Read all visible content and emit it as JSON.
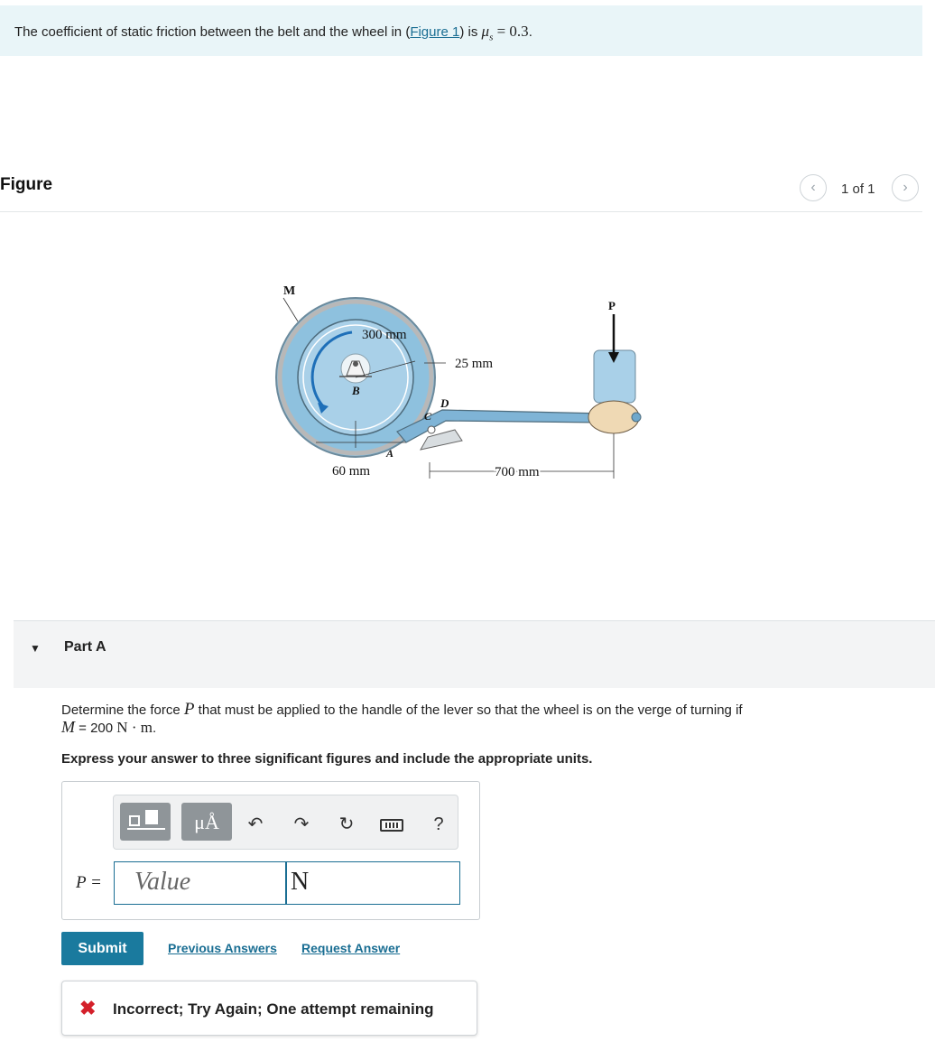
{
  "intro": {
    "text_before": "The coefficient of static friction between the belt and the wheel in (",
    "figure_link": "Figure 1",
    "text_after": ") is ",
    "mu_symbol": "μ",
    "mu_sub": "s",
    "mu_value": " = 0.3",
    "period": "."
  },
  "figure": {
    "title": "Figure",
    "pager_text": "1 of 1",
    "prev_icon": "chevron-left-icon",
    "next_icon": "chevron-right-icon",
    "labels": {
      "M": "M",
      "P": "P",
      "d300": "300 mm",
      "B": "B",
      "d25": "25 mm",
      "D": "D",
      "C": "C",
      "A": "A",
      "d60": "60 mm",
      "d700": "700 mm"
    }
  },
  "part": {
    "title": "Part A",
    "question_before": "Determine the force ",
    "question_var": "P",
    "question_after": " that must be applied to the handle of the lever so that the wheel is on the verge of turning if",
    "question_M": "M",
    "question_M_value": " = 200 ",
    "question_units": "N · m",
    "question_end": ".",
    "instructions": "Express your answer to three significant figures and include the appropriate units."
  },
  "answer": {
    "label": "P =",
    "value_placeholder": "Value",
    "unit_value": "N",
    "toolbar_unit_btn": "μÅ",
    "toolbar_help": "?",
    "toolbar_icons": [
      "templates-icon",
      "units-icon",
      "undo-icon",
      "redo-icon",
      "reset-icon",
      "keyboard-icon",
      "help-icon"
    ]
  },
  "actions": {
    "submit": "Submit",
    "previous_answers": "Previous Answers",
    "request_answer": "Request Answer"
  },
  "feedback": {
    "icon": "x-icon",
    "text": "Incorrect; Try Again; One attempt remaining"
  },
  "colors": {
    "accent": "#1a7a9e",
    "link": "#1a6e93",
    "error": "#d4202a",
    "wheel": "#a9d0e8",
    "intro_bg": "#e9f5f8"
  }
}
